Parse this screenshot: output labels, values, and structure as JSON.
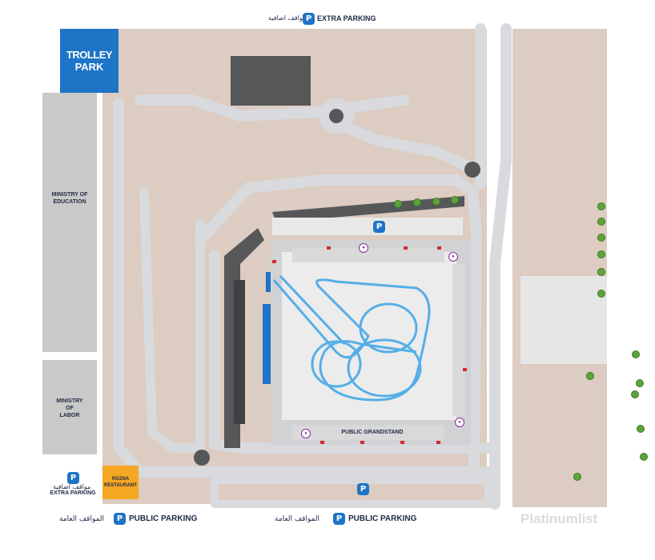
{
  "top_bar": {
    "arabic": "مواقف اضافية",
    "badge": "P",
    "label": "EXTRA PARKING"
  },
  "trolley_park": {
    "label_line1": "TROLLEY",
    "label_line2": "PARK",
    "color": "#1e74c6"
  },
  "ministries": [
    {
      "line1": "MINISTRY OF",
      "line2": "EDUCATION"
    },
    {
      "line1": "MINISTRY",
      "line2": "OF",
      "line3": "LABOR"
    }
  ],
  "left_parking": {
    "badge": "P",
    "arabic": "مواقف اضافية",
    "label": "EXTRA PARKING"
  },
  "restaurant": {
    "line1": "ROZNA",
    "line2": "RESTAURANT",
    "color": "#f5a623"
  },
  "bottom_bar": [
    {
      "arabic": "المواقف العامة",
      "badge": "P",
      "label": "PUBLIC PARKING"
    },
    {
      "arabic": "المواقف العامة",
      "badge": "P",
      "label": "PUBLIC PARKING"
    }
  ],
  "grandstand": {
    "label": "PUBLIC GRANDSTAND"
  },
  "center_parking_badge": "P",
  "south_parking_badge": "P",
  "watermark": "Platinumlist",
  "colors": {
    "ground": "#dcccc1",
    "road": "#d8dadd",
    "building": "#c9c9c9",
    "dark": "#555759",
    "track": "#55aee8",
    "accent": "#1e74c6",
    "gate": "#d7282f",
    "poi": "#8a2a9a",
    "tree": "#5da43b"
  }
}
